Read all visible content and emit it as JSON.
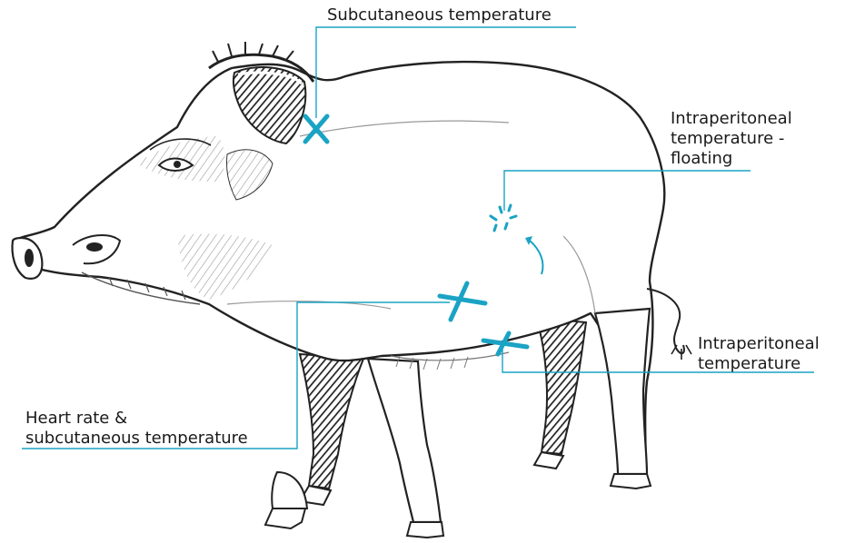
{
  "labels": {
    "subcutaneous": "Subcutaneous temperature",
    "intraperitoneal_floating": [
      "Intraperitoneal",
      "temperature -",
      "floating"
    ],
    "intraperitoneal": [
      "Intraperitoneal",
      "temperature"
    ],
    "heart_rate": [
      "Heart rate &",
      "subcutaneous temperature"
    ]
  },
  "colors": {
    "accent": "#1aa3c4",
    "ink": "#1a1a1a"
  }
}
